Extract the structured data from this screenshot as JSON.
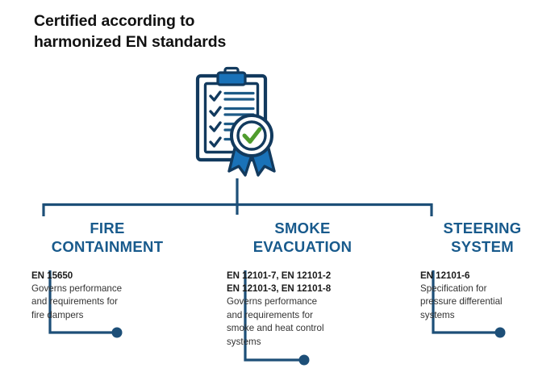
{
  "title": "Certified according to\nharmonized EN standards",
  "icon": {
    "name": "certified-clipboard-badge-icon",
    "check_rows": 4,
    "badge_check": "✓"
  },
  "colors": {
    "heading_blue": "#185a8c",
    "connector_navy": "#1d4f78",
    "icon_dark_navy": "#123a5e",
    "icon_mid_blue": "#1a72b8",
    "icon_check_green": "#4f9c2d",
    "title_black": "#111111",
    "body_text": "#333333",
    "background": "#ffffff"
  },
  "columns": [
    {
      "id": "fire-containment",
      "heading": "FIRE\nCONTAINMENT",
      "standards": "EN 15650",
      "description": "Governs performance\nand requirements for\nfire dampers"
    },
    {
      "id": "smoke-evacuation",
      "heading": "SMOKE\nEVACUATION",
      "standards": "EN 12101-7, EN 12101-2\nEN 12101-3, EN 12101-8",
      "description": "Governs performance\nand requirements for\nsmoke and heat control\nsystems"
    },
    {
      "id": "steering-system",
      "heading": "STEERING\nSYSTEM",
      "standards": "EN 12101-6",
      "description": "Specification for\npressure differential\nsystems"
    }
  ]
}
